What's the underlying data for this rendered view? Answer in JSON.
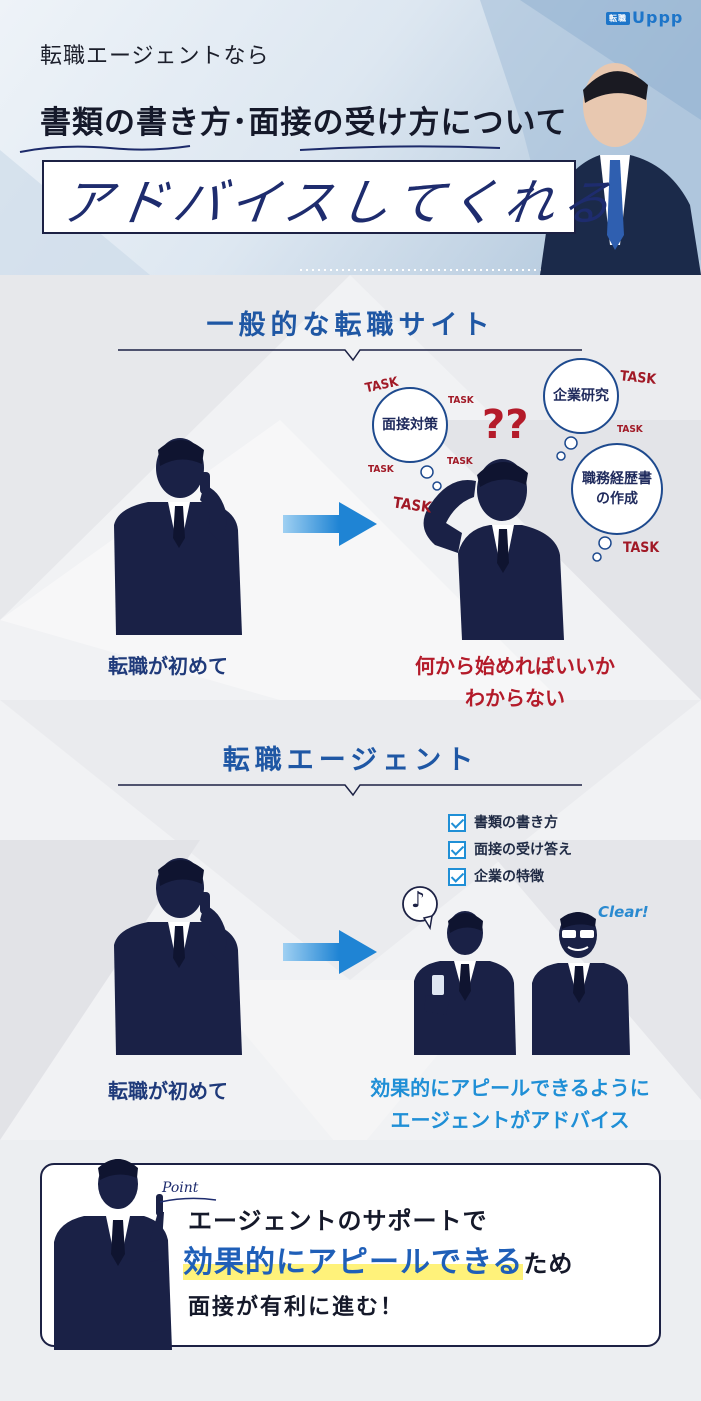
{
  "brand": {
    "tag": "転職",
    "name": "Uppp"
  },
  "header": {
    "subtitle": "転職エージェントなら",
    "headline": "書類の書き方･面接の受け方について",
    "handwritten": "アドバイスしてくれる"
  },
  "section_general": {
    "title": "一般的な転職サイト",
    "caption_left": "転職が初めて",
    "caption_right_line1": "何から始めればいいか",
    "caption_right_line2": "わからない",
    "bubbles": [
      "面接対策",
      "企業研究"
    ],
    "bubble_third_line1": "職務経歴書",
    "bubble_third_line2": "の作成",
    "task_label": "TASK",
    "question_marks": "??"
  },
  "section_agent": {
    "title": "転職エージェント",
    "checklist": [
      "書類の書き方",
      "面接の受け答え",
      "企業の特徴"
    ],
    "caption_left": "転職が初めて",
    "caption_right_line1": "効果的にアピールできるように",
    "caption_right_line2": "エージェントがアドバイス",
    "music_icon_glyph": "♪",
    "clear_label": "Clear!"
  },
  "point": {
    "label": "Point",
    "line1": "エージェントのサポートで",
    "line2_highlight": "効果的にアピールできる",
    "line2_tail": "ため",
    "line3": "面接が有利に進む！"
  },
  "colors": {
    "navy": "#1f3a7a",
    "blue_title": "#1f57a4",
    "red": "#b41b2a",
    "cyan": "#1f8fd6",
    "silhouette": "#1a2146",
    "highlight": "#fff27a"
  }
}
